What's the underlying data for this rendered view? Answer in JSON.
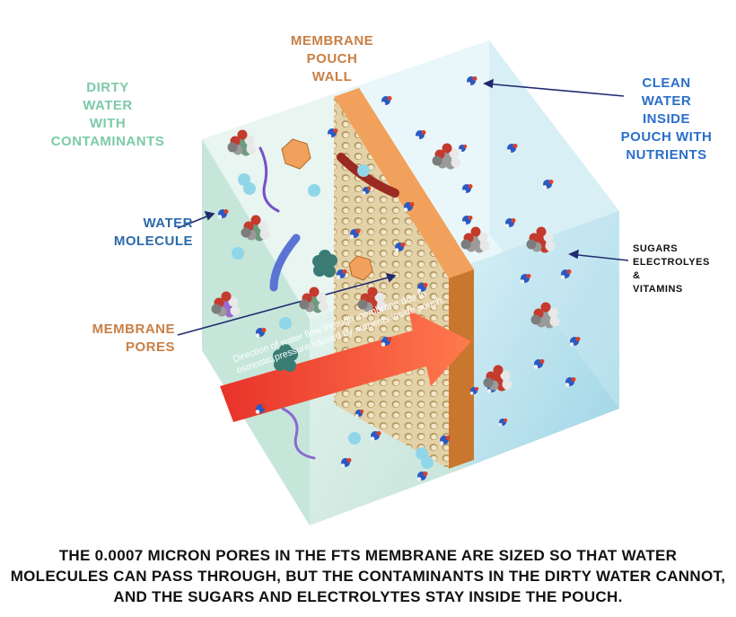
{
  "labels": {
    "dirty_water": [
      "DIRTY",
      "WATER",
      "WITH",
      "CONTAMINANTS"
    ],
    "membrane_wall": [
      "MEMBRANE",
      "POUCH",
      "WALL"
    ],
    "clean_water": [
      "CLEAN",
      "WATER",
      "INSIDE",
      "POUCH WITH",
      "NUTRIENTS"
    ],
    "water_molecule": [
      "WATER",
      "MOLECULE"
    ],
    "membrane_pores": [
      "MEMBRANE",
      "PORES"
    ],
    "sugars": [
      "SUGARS",
      "ELECTROLYES",
      "&",
      "VITAMINS"
    ]
  },
  "flow_arrow_text": "Direction of water flow through membrane due to osmostic pressure caused by nutrients inside pouch.",
  "caption": "THE 0.0007 MICRON PORES IN THE FTS MEMBRANE ARE SIZED SO THAT WATER MOLECULES CAN PASS THROUGH, BUT THE CONTAMINANTS IN THE DIRTY WATER CANNOT, AND THE SUGARS AND ELECTROLYTES STAY INSIDE THE POUCH.",
  "colors": {
    "dirty_water": "#cfe9e0",
    "clean_water": "#bfe3ee",
    "membrane_edge": "#f2a15c",
    "membrane_face": "#d8c49a",
    "arrow": "#f04a32",
    "water_molecule": "#2b59c3",
    "label_dirty": "#7ccaa8",
    "label_membrane": "#c97f44",
    "label_clean": "#2a6fc9"
  }
}
